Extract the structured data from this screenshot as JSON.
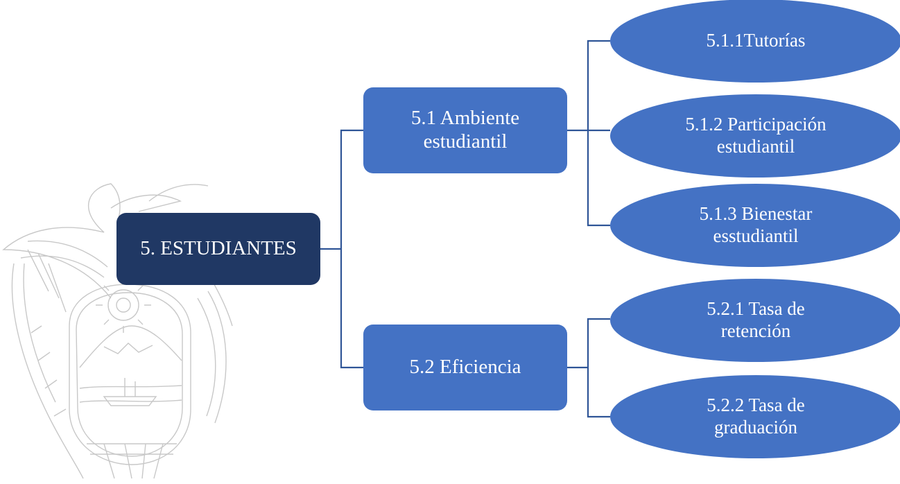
{
  "diagram": {
    "root": {
      "label": "5. ESTUDIANTES"
    },
    "branches": [
      {
        "label": "5.1 Ambiente\nestudiantil",
        "children": [
          {
            "label": "5.1.1Tutorías"
          },
          {
            "label": "5.1.2 Participación\nestudiantil"
          },
          {
            "label": "5.1.3 Bienestar\nesstudiantil"
          }
        ]
      },
      {
        "label": "5.2 Eficiencia",
        "children": [
          {
            "label": "5.2.1 Tasa de\nretención"
          },
          {
            "label": "5.2.2 Tasa de\ngraduación"
          }
        ]
      }
    ]
  },
  "colors": {
    "root_fill": "#203864",
    "node_fill": "#4472c4",
    "connector": "#2f5597",
    "watermark": "#c8c8c8"
  },
  "icons": {
    "watermark": "coat-of-arms-watermark-icon"
  }
}
